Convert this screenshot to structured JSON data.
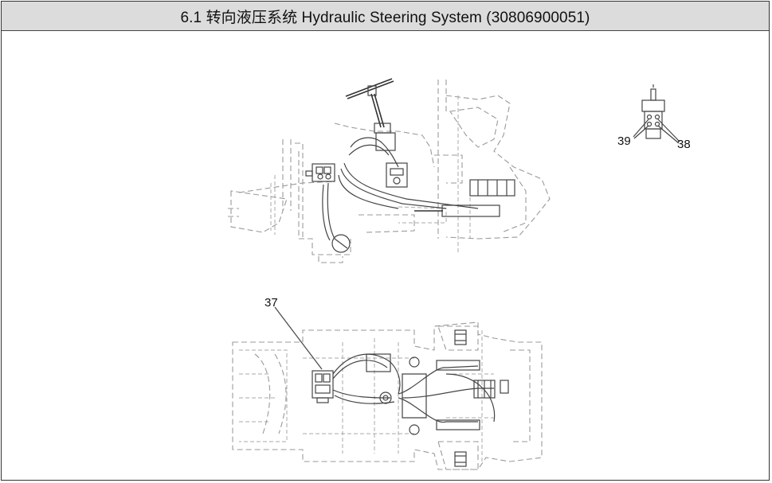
{
  "header": {
    "title": "6.1 转向液压系统 Hydraulic Steering System (30806900051)"
  },
  "callouts": {
    "c37": "37",
    "c38": "38",
    "c39": "39"
  },
  "colors": {
    "title_bar": "#dcdcdc",
    "border": "#333333",
    "linework": "#444444",
    "hidden_lines": "#9a9a9a"
  }
}
